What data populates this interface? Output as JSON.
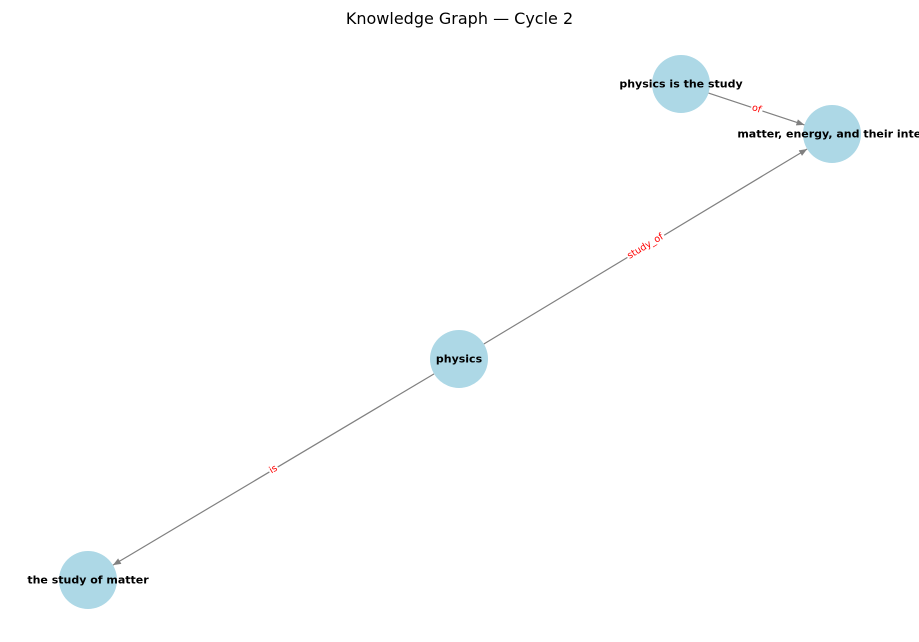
{
  "title": "Knowledge Graph — Cycle 2",
  "colors": {
    "node_fill": "#add8e6",
    "edge": "#808080",
    "edge_label": "#ff0000",
    "text": "#000000",
    "background": "#ffffff"
  },
  "nodes": [
    {
      "id": "physics-is-the-study",
      "label": "physics is the study"
    },
    {
      "id": "matter-energy",
      "label": "matter, energy, and their inter"
    },
    {
      "id": "physics",
      "label": "physics"
    },
    {
      "id": "the-study-of-matter",
      "label": "the study of matter"
    }
  ],
  "edges": [
    {
      "source": "physics-is-the-study",
      "target": "matter-energy",
      "label": "of"
    },
    {
      "source": "physics",
      "target": "matter-energy",
      "label": "study_of"
    },
    {
      "source": "physics",
      "target": "the-study-of-matter",
      "label": "is"
    }
  ]
}
